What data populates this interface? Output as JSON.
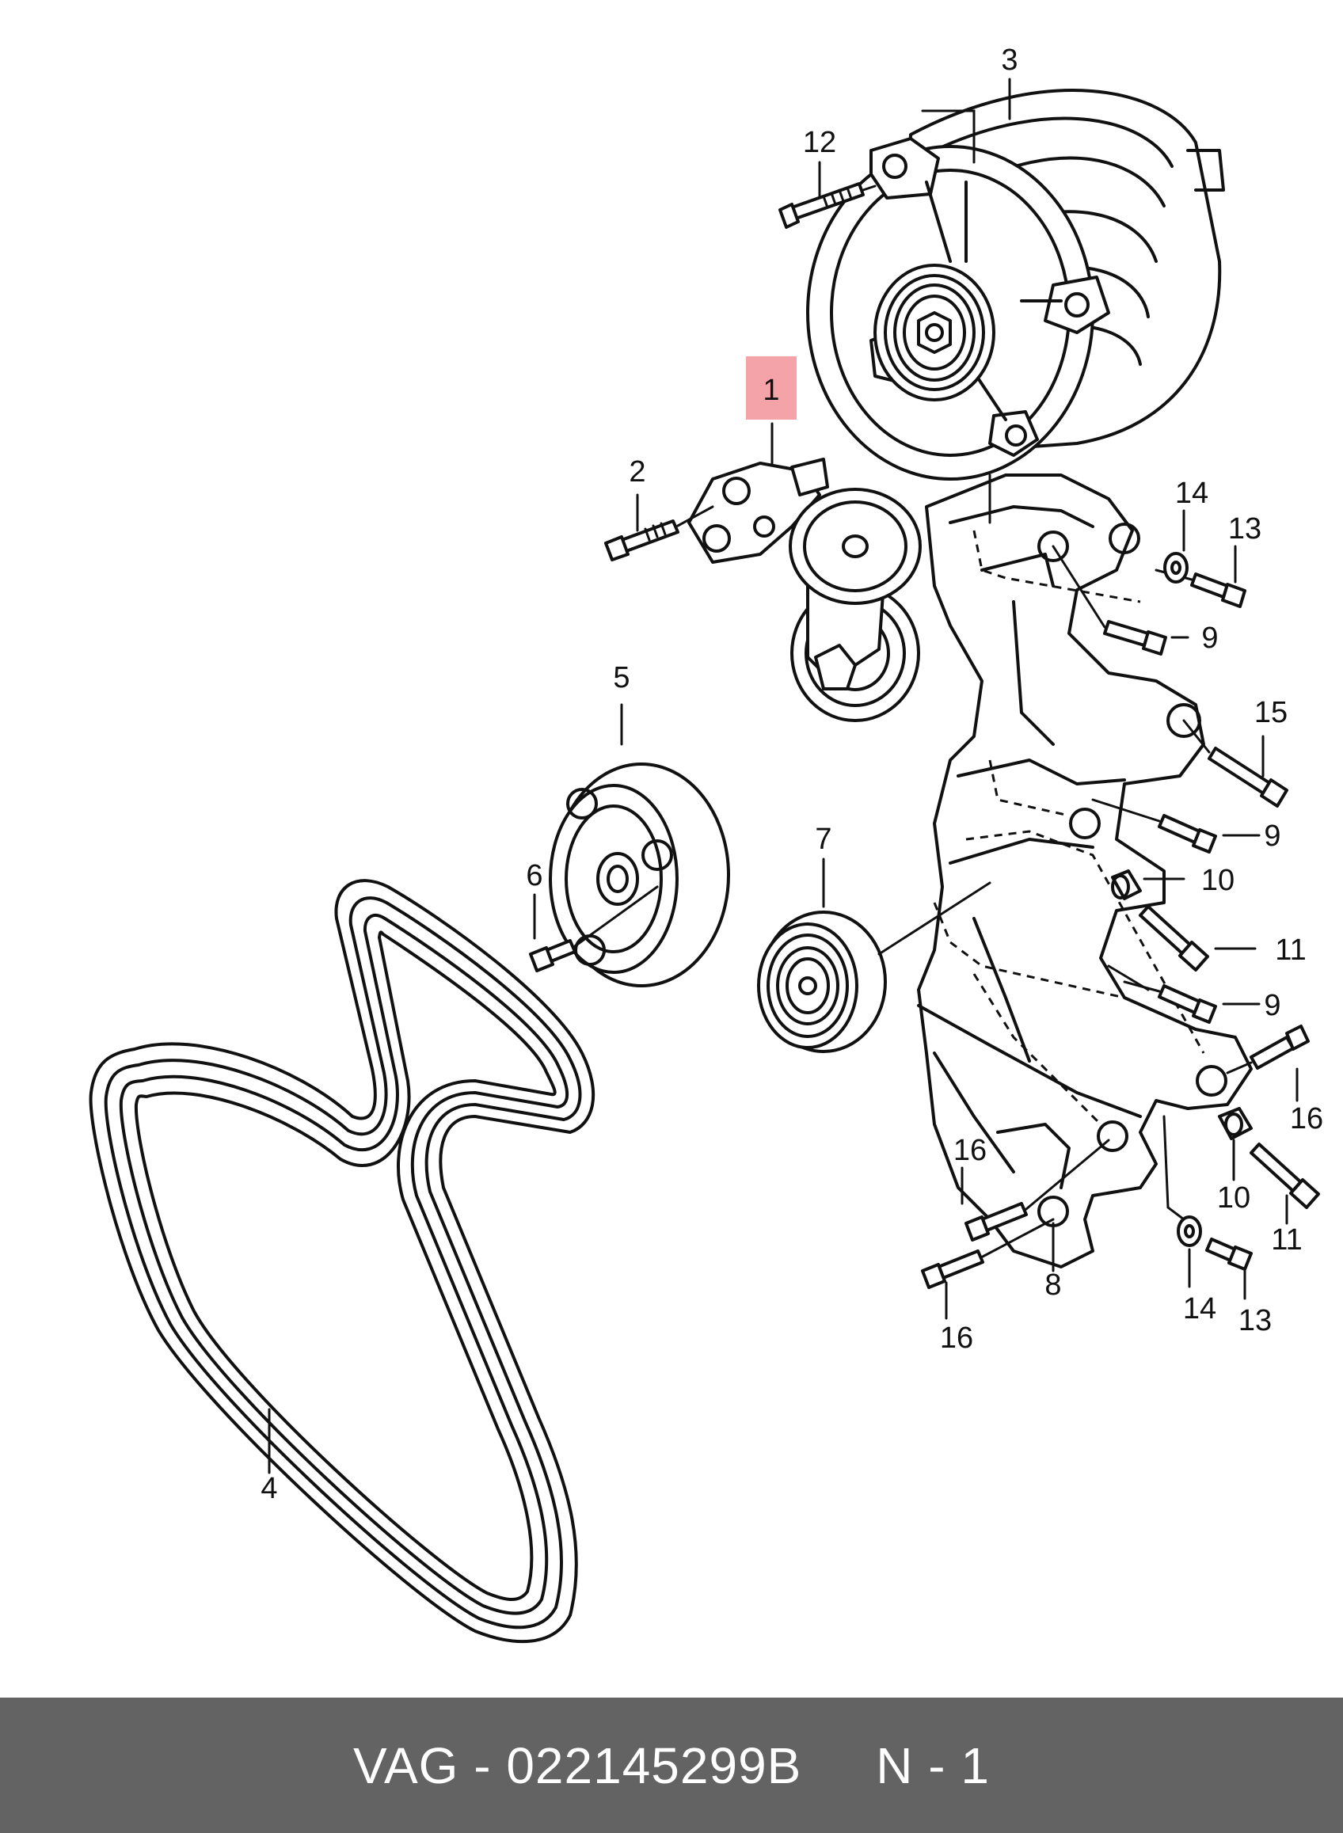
{
  "callouts": [
    {
      "id": "1",
      "label": "1",
      "highlight": true
    },
    {
      "id": "2",
      "label": "2"
    },
    {
      "id": "3",
      "label": "3"
    },
    {
      "id": "4",
      "label": "4"
    },
    {
      "id": "5",
      "label": "5"
    },
    {
      "id": "6",
      "label": "6"
    },
    {
      "id": "7",
      "label": "7"
    },
    {
      "id": "8",
      "label": "8"
    },
    {
      "id": "9a",
      "label": "9"
    },
    {
      "id": "9b",
      "label": "9"
    },
    {
      "id": "9c",
      "label": "9"
    },
    {
      "id": "10a",
      "label": "10"
    },
    {
      "id": "10b",
      "label": "10"
    },
    {
      "id": "11a",
      "label": "11"
    },
    {
      "id": "11b",
      "label": "11"
    },
    {
      "id": "12",
      "label": "12"
    },
    {
      "id": "13a",
      "label": "13"
    },
    {
      "id": "13b",
      "label": "13"
    },
    {
      "id": "14a",
      "label": "14"
    },
    {
      "id": "14b",
      "label": "14"
    },
    {
      "id": "15",
      "label": "15"
    },
    {
      "id": "16a",
      "label": "16"
    },
    {
      "id": "16b",
      "label": "16"
    },
    {
      "id": "16c",
      "label": "16"
    }
  ],
  "footer": {
    "brand": "VAG",
    "separator": " - ",
    "part_number": "022145299B",
    "position": "N - 1"
  },
  "colors": {
    "highlight": "#f4a3a8",
    "footer_bg": "#636363",
    "footer_text": "#ffffff",
    "line": "#111111"
  }
}
